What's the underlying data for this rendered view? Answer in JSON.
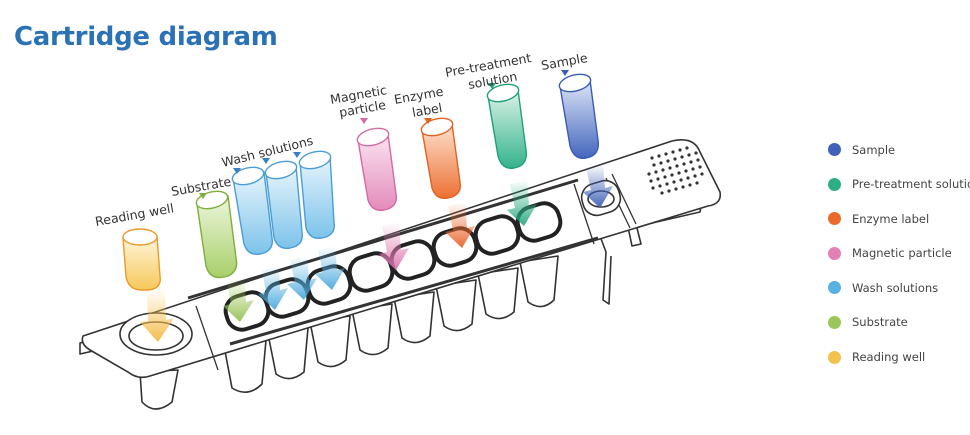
{
  "title": "Cartridge diagram",
  "labels": {
    "reading_well": "Reading well",
    "substrate": "Substrate",
    "wash_solutions": "Wash solutions",
    "magnetic_particle_1": "Magnetic",
    "magnetic_particle_2": "particle",
    "enzyme_label_1": "Enzyme",
    "enzyme_label_2": "label",
    "pretreatment_1": "Pre-treatment",
    "pretreatment_2": "solution",
    "sample": "Sample"
  },
  "legend": [
    {
      "label": "Sample",
      "color": "#3f62b8"
    },
    {
      "label": "Pre-treatment solution",
      "color": "#2fae86"
    },
    {
      "label": "Enzyme label",
      "color": "#ea6a2e"
    },
    {
      "label": "Magnetic particle",
      "color": "#e080b5"
    },
    {
      "label": "Wash solutions",
      "color": "#58b1e0"
    },
    {
      "label": "Substrate",
      "color": "#9bc65a"
    },
    {
      "label": "Reading well",
      "color": "#f3c24e"
    }
  ],
  "colors": {
    "title": "#2a72b5",
    "sample": "#3f62b8",
    "pretreatment": "#2fae86",
    "enzyme": "#ea6a2e",
    "magnetic": "#e080b5",
    "wash": "#58b1e0",
    "substrate": "#9bc65a",
    "reading": "#f3c24e"
  }
}
